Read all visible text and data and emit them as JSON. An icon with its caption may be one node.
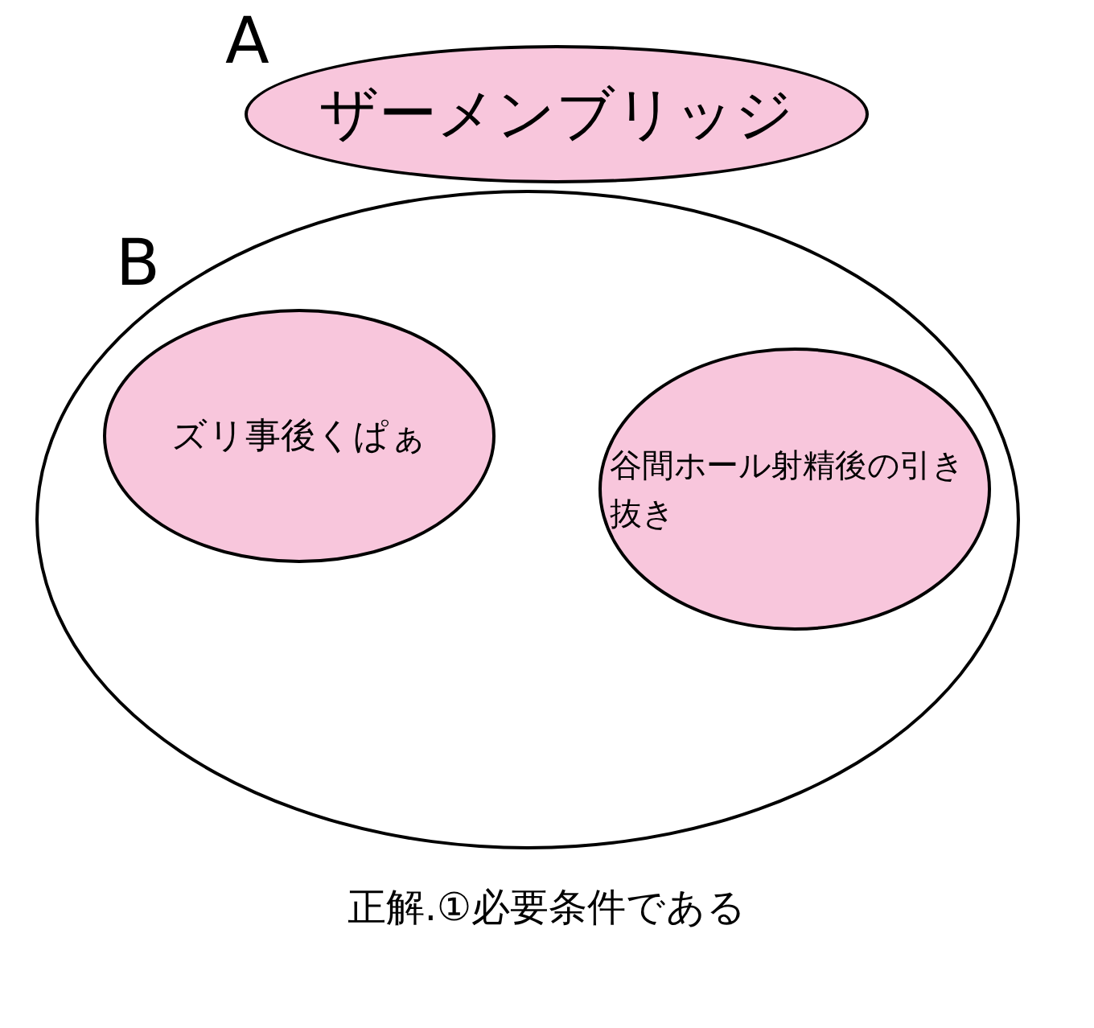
{
  "diagram": {
    "caption": "正解.①必要条件である",
    "nodes": [
      {
        "text": [
          "ザーメンブリッジ"
        ],
        "beside": [
          "A"
        ]
      },
      {
        "text": [],
        "shape": "circle"
      },
      {
        "text": [
          "ズリ事後くぱぁ"
        ],
        "in": 1,
        "beside": [
          "B"
        ]
      },
      {
        "text": [
          "谷間ホール射精後の引き抜き"
        ],
        "in": 1
      }
    ]
  }
}
